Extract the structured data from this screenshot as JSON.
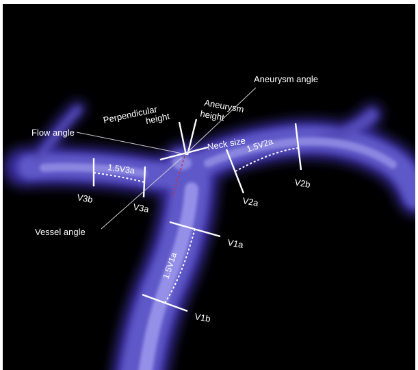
{
  "colors": {
    "background": "#000000",
    "vessel_core": "#8a86e0",
    "vessel_edge": "#3a2fa0",
    "measure_line": "#ffffff",
    "vessel_axis": "#c0324a"
  },
  "labels": {
    "aneurysm_angle": "Aneurysm angle",
    "aneurysm_height_1": "Aneurysm",
    "aneurysm_height_2": "height",
    "perpendicular_height_1": "Perpendicular",
    "perpendicular_height_2": "height",
    "flow_angle": "Flow angle",
    "neck_size": "Neck size",
    "vessel_angle": "Vessel angle",
    "v3a_span": "1.5V3a",
    "v2a_span": "1.5V2a",
    "v1a_span": "1.5V1a",
    "v3b": "V3b",
    "v3a": "V3a",
    "v2a": "V2a",
    "v2b": "V2b",
    "v1a": "V1a",
    "v1b": "V1b"
  }
}
